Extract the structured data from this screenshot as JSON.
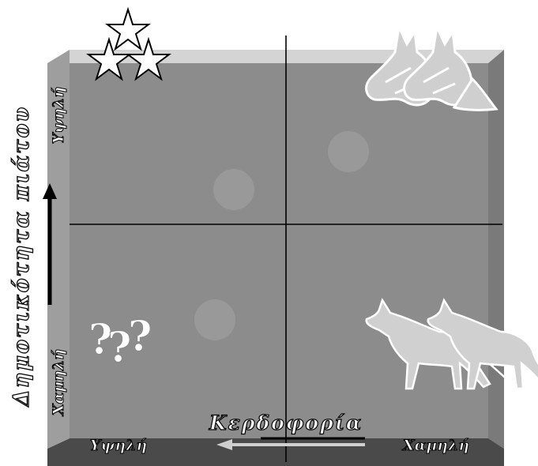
{
  "diagram": {
    "y_axis": {
      "title": "Δημοτικότητα πιάτου",
      "high_label": "Υψηλή",
      "low_label": "Χαμηλή"
    },
    "x_axis": {
      "title": "Κερδοφορία",
      "high_label": "Υψηλή",
      "low_label": "Χαμηλή"
    },
    "quadrants": {
      "top_left": {
        "icon": "stars-icon"
      },
      "top_right": {
        "icon": "horses-icon"
      },
      "bottom_left": {
        "icon": "question-marks-icon",
        "glyphs": [
          "?",
          "?",
          "?"
        ]
      },
      "bottom_right": {
        "icon": "dogs-icon"
      }
    },
    "colors": {
      "board_face": "#8c8c8c",
      "board_top": "#d4d4d4",
      "board_right": "#7a7a7a",
      "board_bottom": "#4a4a4a",
      "board_left": "#9e9e9e",
      "icon_fill": "#cfcfcf",
      "text_dark": "#000000",
      "text_light": "#ffffff"
    }
  }
}
